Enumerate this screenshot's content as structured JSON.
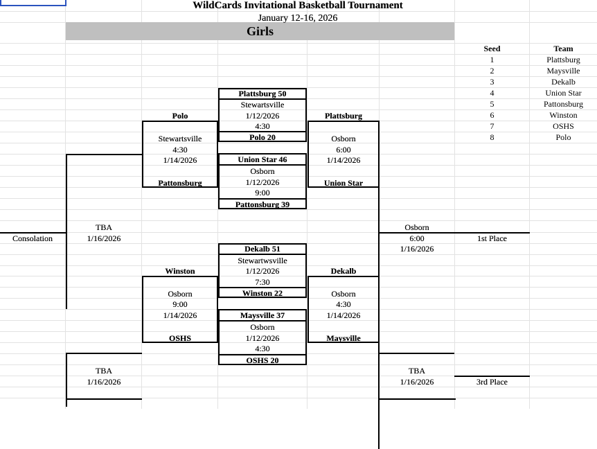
{
  "header": {
    "title": "WildCards Invitational Basketball Tournament",
    "dates": "January 12-16, 2026",
    "division": "Girls",
    "division_band_color": "#bfbfbf"
  },
  "seed_table": {
    "columns": [
      "Seed",
      "Team"
    ],
    "rows": [
      {
        "seed": "1",
        "team": "Plattsburg"
      },
      {
        "seed": "2",
        "team": "Maysville"
      },
      {
        "seed": "3",
        "team": "Dekalb"
      },
      {
        "seed": "4",
        "team": "Union Star"
      },
      {
        "seed": "5",
        "team": "Pattonsburg"
      },
      {
        "seed": "6",
        "team": "Winston"
      },
      {
        "seed": "7",
        "team": "OSHS"
      },
      {
        "seed": "8",
        "team": "Polo"
      }
    ]
  },
  "round1": {
    "game1": {
      "top_team": "Plattsburg  50",
      "bottom_team": "Polo  20",
      "site": "Stewartsville",
      "date": "1/12/2026",
      "time": "4:30"
    },
    "game2": {
      "top_team": "Union Star  46",
      "bottom_team": "Pattonsburg  39",
      "site": "Osborn",
      "date": "1/12/2026",
      "time": "9:00"
    },
    "game3": {
      "top_team": "Dekalb  51",
      "bottom_team": "Winston  22",
      "site": "Stewartwsville",
      "date": "1/12/2026",
      "time": "7:30"
    },
    "game4": {
      "top_team": "Maysville  37",
      "bottom_team": "OSHS  20",
      "site": "Osborn",
      "date": "1/12/2026",
      "time": "4:30"
    }
  },
  "semifinals": {
    "semi1": {
      "top_team": "Plattsburg",
      "bottom_team": "Union Star",
      "site": "Osborn",
      "time": "6:00",
      "date": "1/14/2026"
    },
    "semi2": {
      "top_team": "Dekalb",
      "bottom_team": "Maysville",
      "site": "Osborn",
      "time": "4:30",
      "date": "1/14/2026"
    }
  },
  "consolation": {
    "label": "Consolation",
    "upper": {
      "top_team": "Polo",
      "bottom_team": "Pattonsburg",
      "site": "Stewartsville",
      "time": "4:30",
      "date": "1/14/2026"
    },
    "lower": {
      "top_team": "Winston",
      "bottom_team": "OSHS",
      "site": "Osborn",
      "time": "9:00",
      "date": "1/14/2026"
    },
    "final_upper": {
      "team": "TBA",
      "date": "1/16/2026"
    },
    "final_lower": {
      "team": "TBA",
      "date": "1/16/2026"
    }
  },
  "finals": {
    "championship": {
      "site": "Osborn",
      "time": "6:00",
      "date": "1/16/2026",
      "place_label": "1st Place"
    },
    "third_place": {
      "team": "TBA",
      "date": "1/16/2026",
      "place_label": "3rd Place"
    }
  }
}
